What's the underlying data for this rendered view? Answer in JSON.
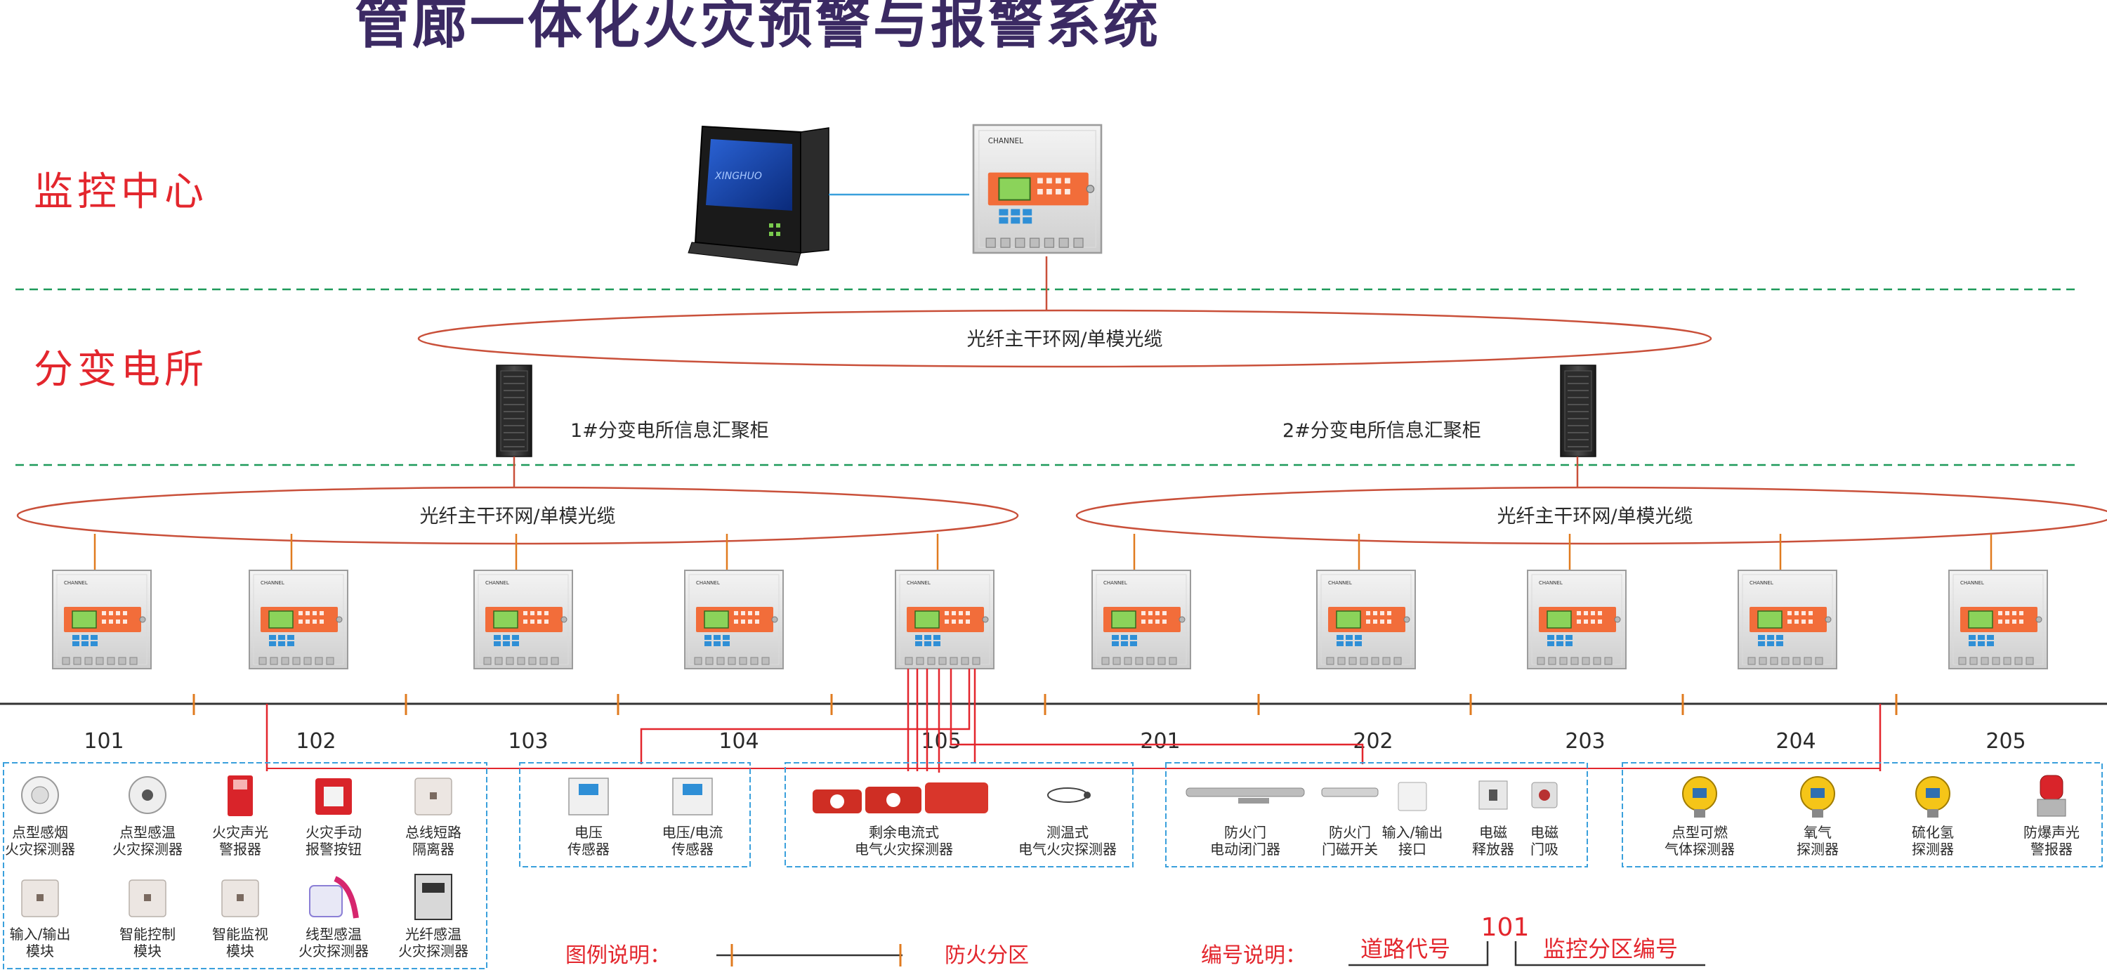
{
  "title": "管廊一体化火灾预警与报警系统",
  "zones": {
    "monitor_center": "监控中心",
    "substation": "分变电所"
  },
  "colors": {
    "title": "#3b2a63",
    "zone_label": "#e3262d",
    "dashed_divider": "#1e9a5a",
    "ring": "#c9503a",
    "signal_wire": "#e3262d",
    "section_tick": "#e07b1f",
    "box_border": "#3aa0dc",
    "device_panel": "#f26d3a",
    "device_screen": "#8bd35a"
  },
  "rings": {
    "top": "光纤主干环网/单模光缆",
    "left": "光纤主干环网/单模光缆",
    "right": "光纤主干环网/单模光缆"
  },
  "cabinets": [
    {
      "label": "1#分变电所信息汇聚柜"
    },
    {
      "label": "2#分变电所信息汇聚柜"
    }
  ],
  "device_brand": "CHANNEL",
  "sections": [
    "101",
    "102",
    "103",
    "104",
    "105",
    "201",
    "202",
    "203",
    "204",
    "205"
  ],
  "groups": [
    {
      "items": [
        {
          "icon": "smoke-detector-icon",
          "line1": "点型感烟",
          "line2": "火灾探测器"
        },
        {
          "icon": "heat-detector-icon",
          "line1": "点型感温",
          "line2": "火灾探测器"
        },
        {
          "icon": "sounder-strobe-icon",
          "line1": "火灾声光",
          "line2": "警报器"
        },
        {
          "icon": "manual-call-point-icon",
          "line1": "火灾手动",
          "line2": "报警按钮"
        },
        {
          "icon": "isolator-icon",
          "line1": "总线短路",
          "line2": "隔离器"
        },
        {
          "icon": "io-module-icon",
          "line1": "输入/输出",
          "line2": "模块"
        },
        {
          "icon": "control-module-icon",
          "line1": "智能控制",
          "line2": "模块"
        },
        {
          "icon": "monitor-module-icon",
          "line1": "智能监视",
          "line2": "模块"
        },
        {
          "icon": "linear-heat-detector-icon",
          "line1": "线型感温",
          "line2": "火灾探测器"
        },
        {
          "icon": "fiber-heat-detector-icon",
          "line1": "光纤感温",
          "line2": "火灾探测器"
        }
      ]
    },
    {
      "items": [
        {
          "icon": "voltage-sensor-icon",
          "line1": "电压",
          "line2": "传感器"
        },
        {
          "icon": "voltage-current-sensor-icon",
          "line1": "电压/电流",
          "line2": "传感器"
        }
      ]
    },
    {
      "items": [
        {
          "icon": "residual-current-detector-icon",
          "line1": "剩余电流式",
          "line2": "电气火灾探测器"
        },
        {
          "icon": "temperature-detector-icon",
          "line1": "测温式",
          "line2": "电气火灾探测器"
        }
      ]
    },
    {
      "items": [
        {
          "icon": "door-closer-icon",
          "line1": "防火门",
          "line2": "电动闭门器"
        },
        {
          "icon": "door-magnet-switch-icon",
          "line1": "防火门",
          "line2": "门磁开关"
        },
        {
          "icon": "io-interface-icon",
          "line1": "输入/输出",
          "line2": "接口"
        },
        {
          "icon": "electromagnetic-release-icon",
          "line1": "电磁",
          "line2": "释放器"
        },
        {
          "icon": "door-holder-icon",
          "line1": "电磁",
          "line2": "门吸"
        }
      ]
    },
    {
      "items": [
        {
          "icon": "combustible-gas-detector-icon",
          "line1": "点型可燃",
          "line2": "气体探测器"
        },
        {
          "icon": "oxygen-detector-icon",
          "line1": "氧气",
          "line2": "探测器"
        },
        {
          "icon": "h2s-detector-icon",
          "line1": "硫化氢",
          "line2": "探测器"
        },
        {
          "icon": "explosion-proof-sounder-icon",
          "line1": "防爆声光",
          "line2": "警报器"
        }
      ]
    }
  ],
  "legend": {
    "label": "图例说明：",
    "item": "防火分区"
  },
  "numbering": {
    "label": "编号说明：",
    "example": "101",
    "left": "道路代号",
    "right": "监控分区编号"
  }
}
